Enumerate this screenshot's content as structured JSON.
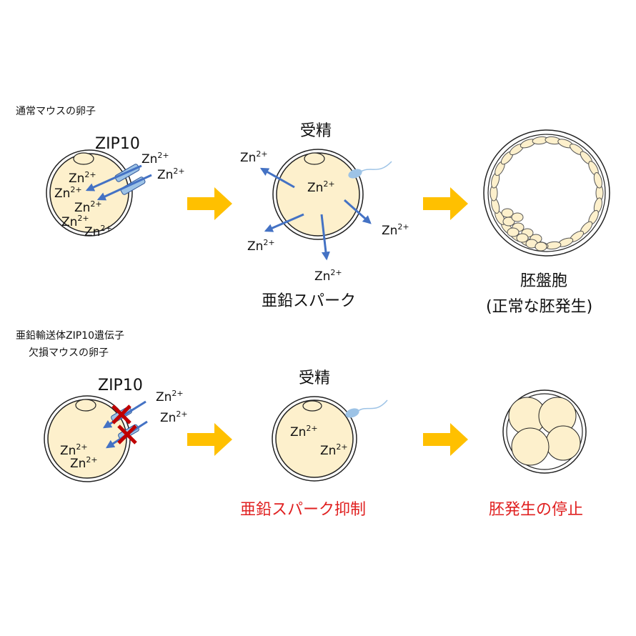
{
  "top_row": {
    "caption": "通常マウスの卵子",
    "transporter_label": "ZIP10",
    "ion": {
      "base": "Zn",
      "charge": "2+"
    },
    "fertilization_label": "受精",
    "event_label": "亜鉛スパーク",
    "outcome_label": "胚盤胞",
    "outcome_sublabel": "(正常な胚発生)"
  },
  "bottom_row": {
    "caption_line1": "亜鉛輸送体ZIP10遺伝子",
    "caption_line2": "欠損マウスの卵子",
    "transporter_label": "ZIP10",
    "fertilization_label": "受精",
    "event_label": "亜鉛スパーク抑制",
    "outcome_label": "胚発生の停止"
  },
  "colors": {
    "egg": "#fdf0cc",
    "arrow": "#ffc000",
    "zinc_arrow": "#4472c4",
    "inhibit": "#c00000",
    "alert_text": "#e02020"
  }
}
